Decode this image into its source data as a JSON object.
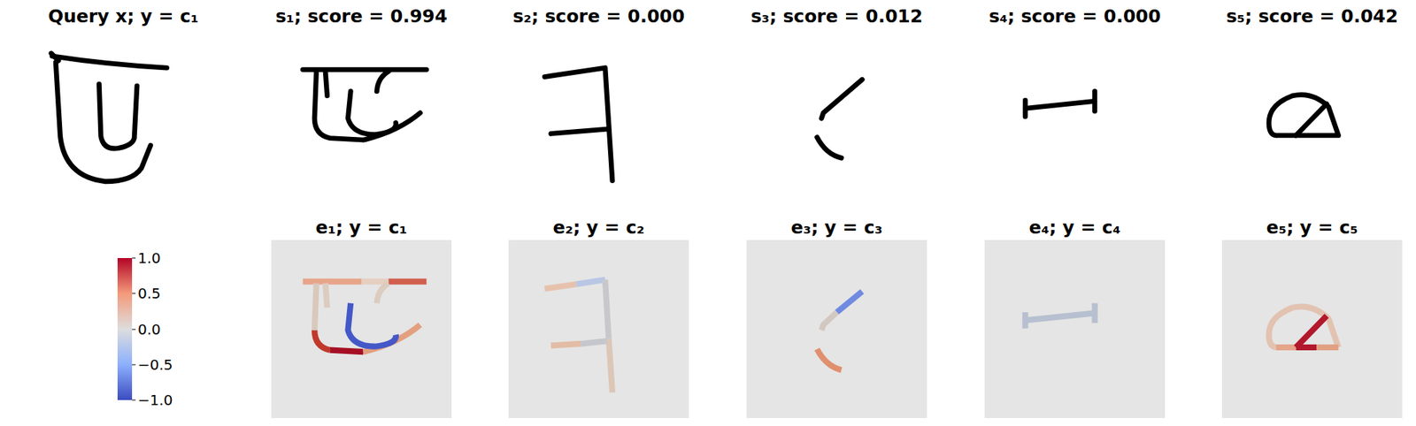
{
  "diagram": {
    "labels": [
      "Query x; y = c₁",
      "s₁; score = 0.994",
      "s₂; score = 0.000",
      "s₃; score = 0.012",
      "s₄; score = 0.000",
      "s₅; score = 0.042",
      "e₁; y = c₁",
      "e₂; y = c₂",
      "e₃; y = c₃",
      "e₄; y = c₄",
      "e₅; y = c₅",
      "1.0",
      "0.5",
      "0.0",
      "−0.5",
      "−1.0"
    ]
  }
}
